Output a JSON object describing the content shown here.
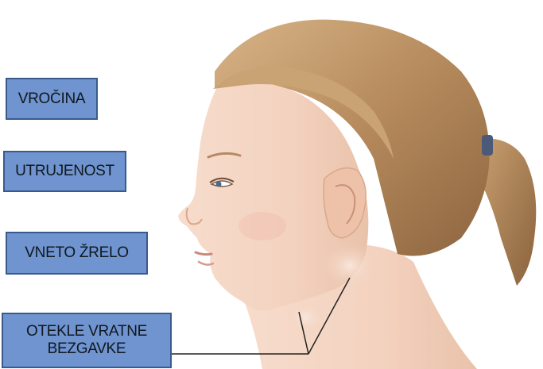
{
  "labels": {
    "fever": "VROČINA",
    "fatigue": "UTRUJENOST",
    "sore_throat": "VNETO ŽRELO",
    "swollen_nodes": "OTEKLE VRATNE\nBEZGAVKE"
  },
  "colors": {
    "label_fill": "#6f94cf",
    "label_border": "#3a5a8c",
    "skin": "#f3d6c4",
    "hair": "#b58a5c",
    "hair_tie": "#4a5a78",
    "pointer_line": "#222222"
  },
  "illustration": {
    "subject": "profile-view-child-head",
    "highlight": "swollen-neck-lymph-nodes"
  }
}
